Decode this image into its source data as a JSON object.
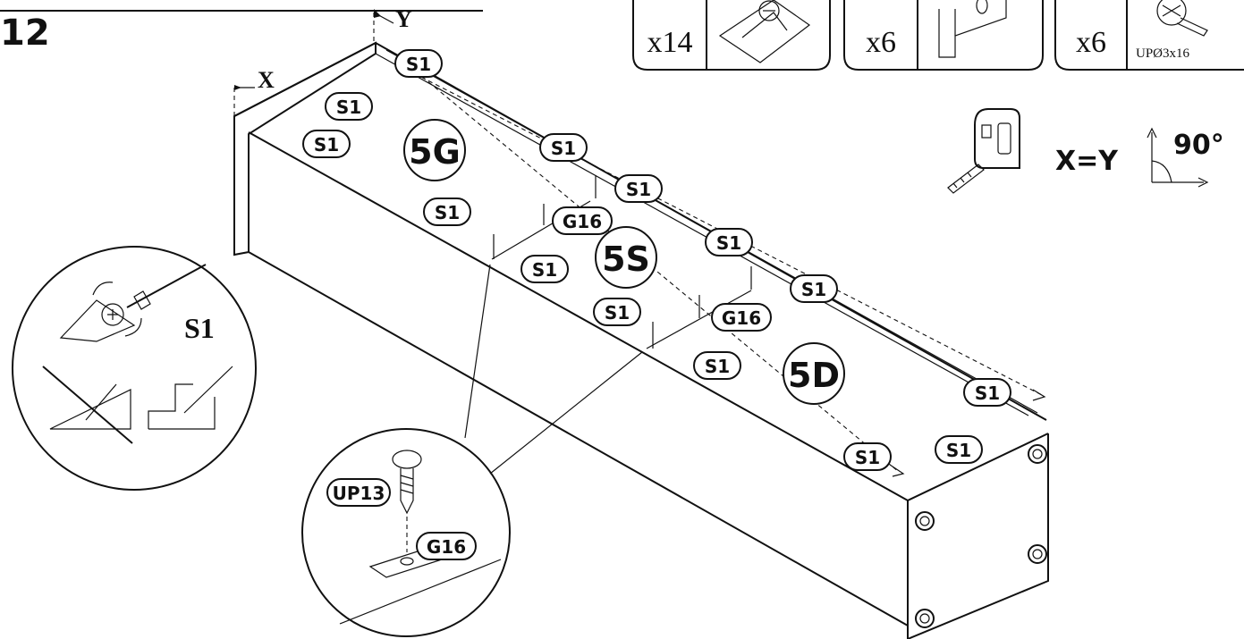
{
  "step": {
    "number": "12"
  },
  "parts": [
    {
      "qty": "x14",
      "icon": "corner-bracket-icon"
    },
    {
      "qty": "x6",
      "icon": "connector-plate-icon"
    },
    {
      "qty": "x6",
      "icon": "screw-icon",
      "code": "UPØ3x16"
    }
  ],
  "axes": {
    "x": "X",
    "y": "Y"
  },
  "check": {
    "formula": "X=Y",
    "angle": "90°"
  },
  "panels": [
    "5G",
    "5S",
    "5D"
  ],
  "callouts": {
    "s1": "S1",
    "g16": "G16",
    "up13": "UP13"
  },
  "detail_s1": {
    "label": "S1"
  }
}
